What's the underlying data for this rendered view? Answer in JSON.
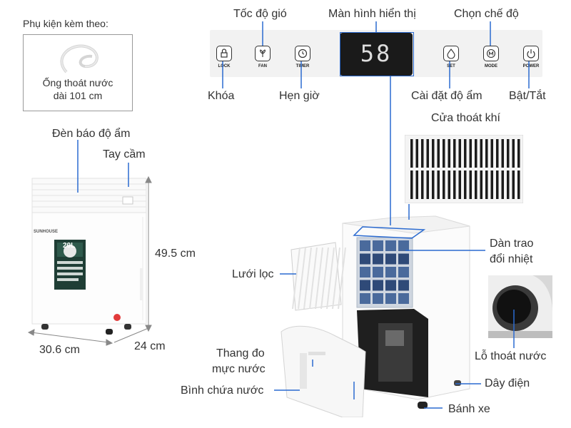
{
  "accessories": {
    "title": "Phụ kiện kèm theo:",
    "tube_line1": "Ống thoát nước",
    "tube_line2": "dài 101 cm"
  },
  "control_panel": {
    "display_value": "58",
    "buttons": {
      "lock": "LOCK",
      "fan": "FAN",
      "timer": "TIMER",
      "set": "SET",
      "mode": "MODE",
      "power": "POWER"
    },
    "labels": {
      "fan_speed": "Tốc độ gió",
      "display": "Màn hình hiển thị",
      "mode": "Chọn chế độ",
      "lock": "Khóa",
      "timer": "Hẹn giờ",
      "humidity_set": "Cài đặt độ ẩm",
      "power": "Bật/Tắt"
    }
  },
  "product": {
    "brand": "SUNHOUSE",
    "capacity": "20L",
    "humidity_indicator": "Đèn báo độ ẩm",
    "handle": "Tay cầm",
    "height": "49.5 cm",
    "width": "30.6 cm",
    "depth": "24 cm"
  },
  "parts": {
    "exhaust": "Cửa thoát khí",
    "heat_exchanger_1": "Dàn trao",
    "heat_exchanger_2": "đổi nhiệt",
    "filter": "Lưới lọc",
    "gauge_1": "Thang đo",
    "gauge_2": "mực nước",
    "tank": "Bình chứa nước",
    "drain_hole": "Lỗ thoát nước",
    "power_cord": "Dây điện",
    "wheels": "Bánh xe"
  },
  "colors": {
    "pointer": "#2a6ad0",
    "label": "#333333",
    "panel": "#f2f2f2",
    "display": "#1a1a1a"
  }
}
